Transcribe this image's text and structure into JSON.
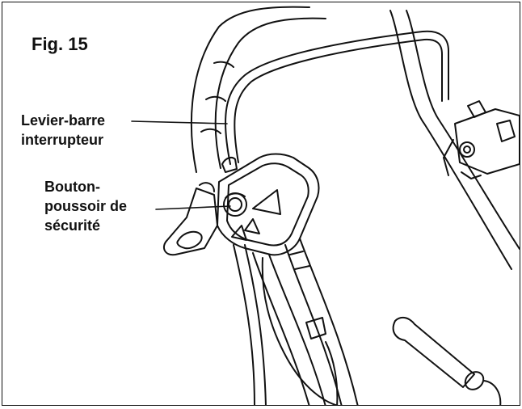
{
  "figure": {
    "title": "Fig. 15"
  },
  "callouts": [
    {
      "id": "lever",
      "text": "Levier-barre\ninterrupteur"
    },
    {
      "id": "button",
      "text": "Bouton-\npoussoir de\nsécurité"
    }
  ],
  "colors": {
    "line": "#111111",
    "background": "#ffffff"
  }
}
